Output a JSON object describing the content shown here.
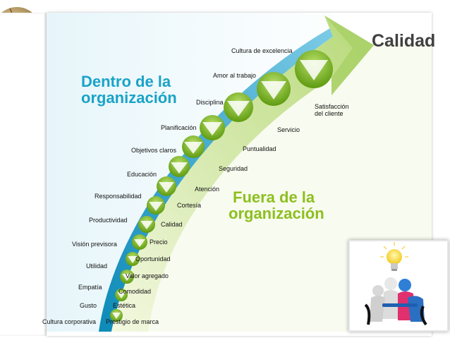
{
  "slide": {
    "title": "Calidad",
    "inside_heading_line1": "Dentro de la",
    "inside_heading_line2": "organización",
    "outside_heading_line1": "Fuera de la",
    "outside_heading_line2": "organización"
  },
  "inside_labels": [
    "Cultura corporativa",
    "Gusto",
    "Empatía",
    "Utilidad",
    "Visión previsora",
    "Productividad",
    "Responsabilidad",
    "Educación",
    "Objetivos claros",
    "Planificación",
    "Disciplina",
    "Amor al trabajo",
    "Cultura de excelencia"
  ],
  "outside_labels": [
    "Prestigio de marca",
    "Estética",
    "Comodidad",
    "Valor agregado",
    "Oportunidad",
    "Precio",
    "Calidad",
    "Cortesía",
    "Atención",
    "Seguridad",
    "Puntualidad",
    "Servicio",
    "Satisfacción",
    "del cliente"
  ],
  "colors": {
    "inside_heading": "#1aa3c8",
    "outside_heading": "#8dbf1f",
    "arrow_blue": "#1aa3c8",
    "arrow_green": "#8dbf1f",
    "circle_green": "#7fb81b"
  },
  "icons": {
    "globe": "globe-icon",
    "team_lightbulb": "team-idea-icon"
  }
}
